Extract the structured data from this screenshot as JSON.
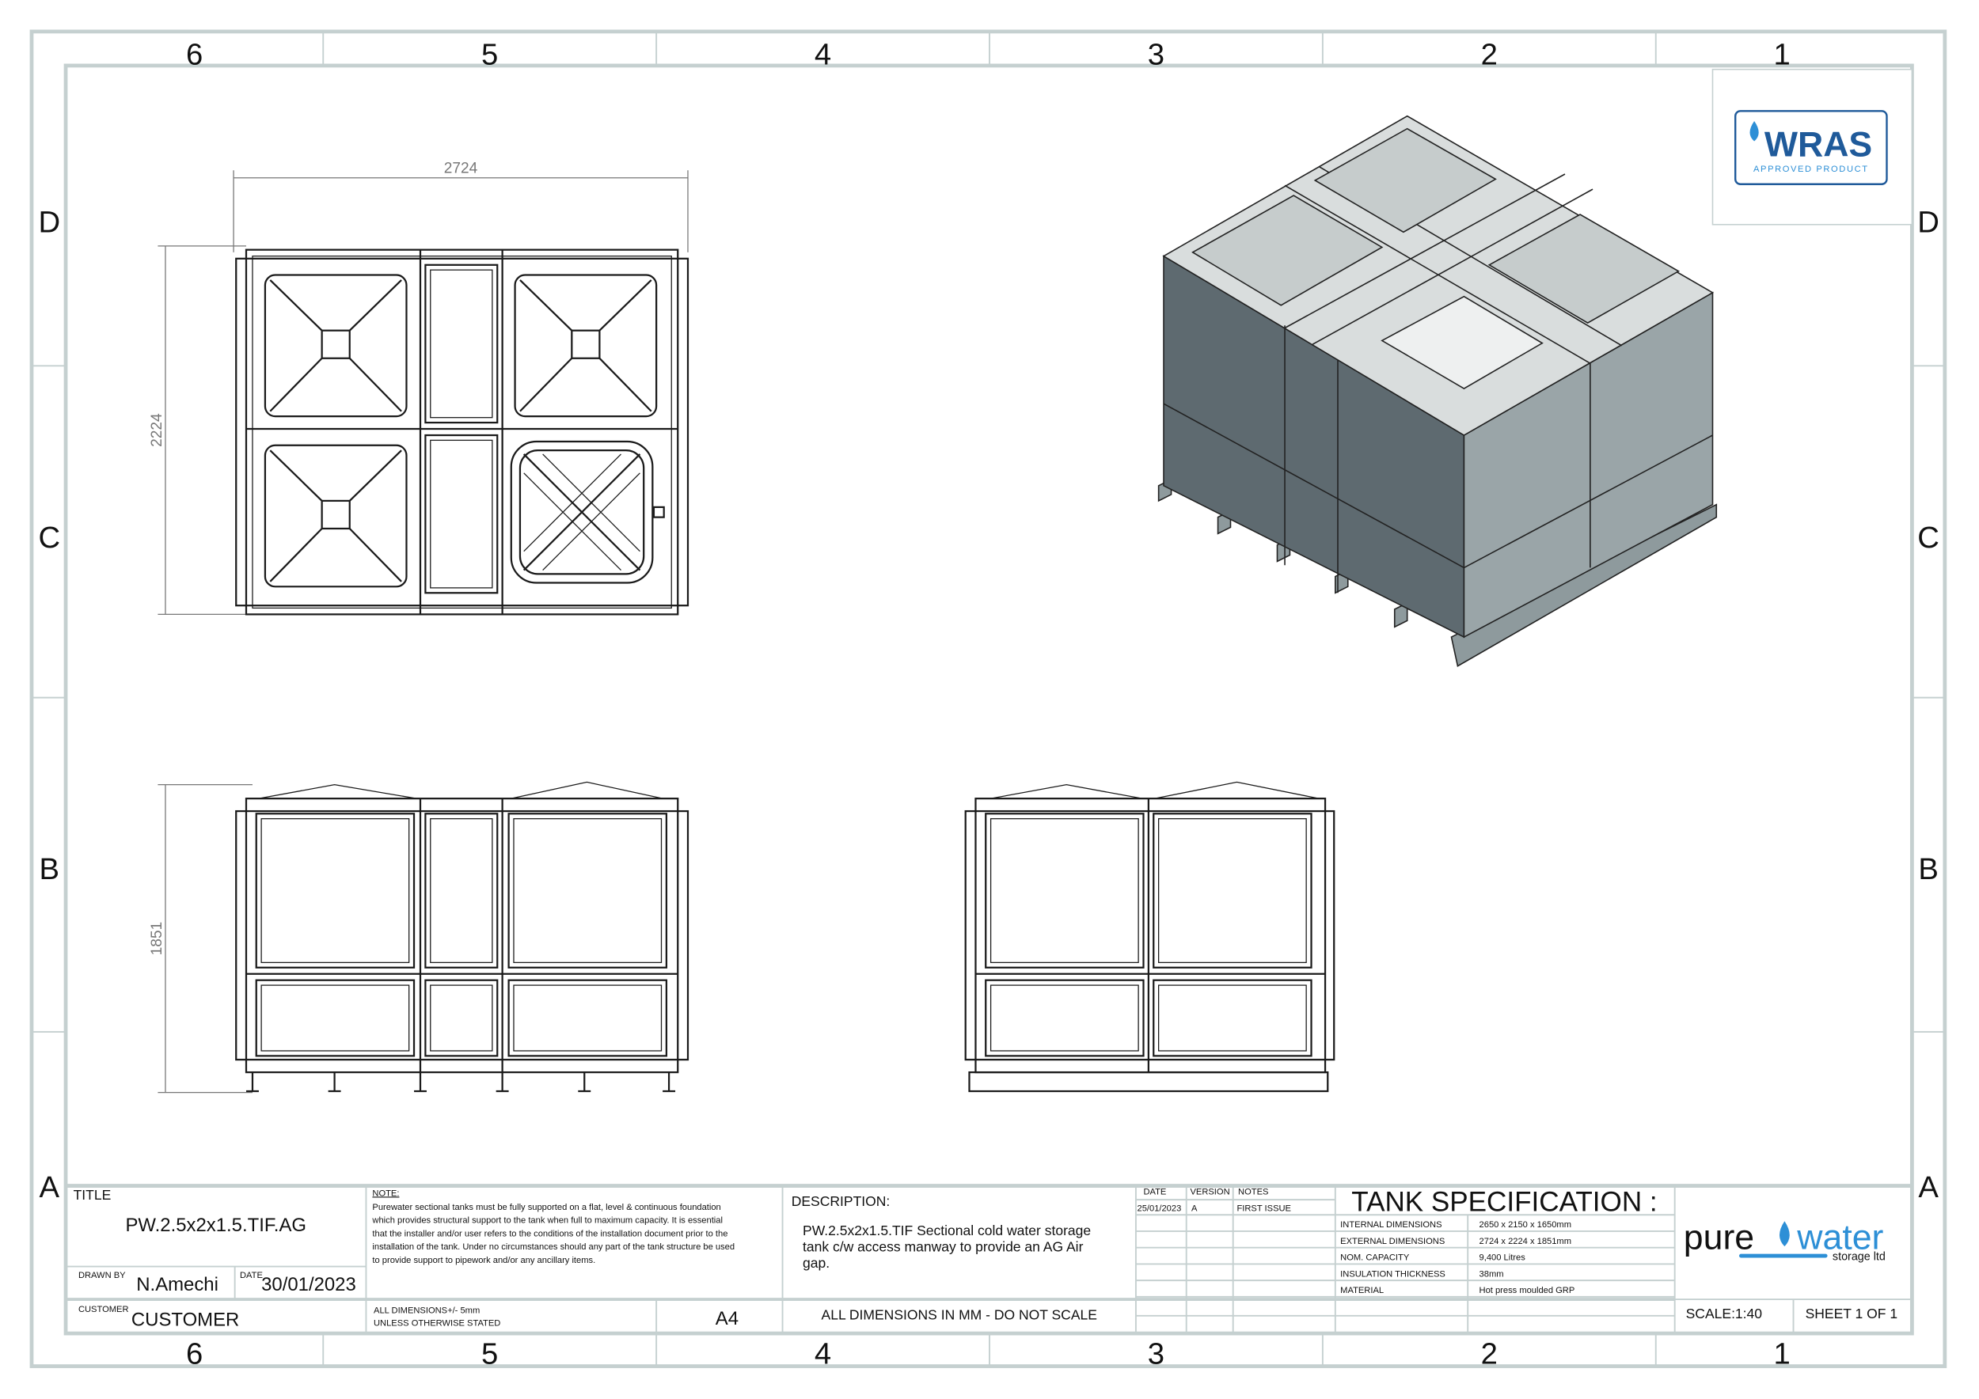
{
  "zones": {
    "columns": [
      "6",
      "5",
      "4",
      "3",
      "2",
      "1"
    ],
    "rows": [
      "D",
      "C",
      "B",
      "A"
    ]
  },
  "dimensions": {
    "plan_width": "2724",
    "plan_depth": "2224",
    "elevation_height": "1851"
  },
  "wras_logo": {
    "text": "WRAS",
    "subtext": "APPROVED PRODUCT"
  },
  "title_block": {
    "title_label": "TITLE",
    "title": "PW.2.5x2x1.5.TIF.AG",
    "drawn_by_label": "DRAWN BY",
    "drawn_by": "N.Amechi",
    "date_label": "DATE",
    "date": "30/01/2023",
    "customer_label": "CUSTOMER",
    "customer": "CUSTOMER",
    "note_heading": "NOTE:",
    "note_lines": [
      "Purewater sectional tanks must be fully supported on a flat, level & continuous foundation",
      "which provides structural support to the tank when full to maximum capacity. It is essential",
      "that the installer and/or user refers to the conditions of the installation document prior to the",
      "installation of the tank. Under no circumstances should any part of the tank structure be used",
      "to provide support to pipework and/or any ancillary items."
    ],
    "tolerance_lines": [
      "ALL DIMENSIONS+/- 5mm",
      "UNLESS OTHERWISE STATED"
    ],
    "paper_size": "A4",
    "description_label": "DESCRIPTION:",
    "description_lines": [
      "PW.2.5x2x1.5.TIF Sectional cold water storage",
      "tank c/w access manway to provide an AG Air",
      "gap."
    ],
    "scale_note": "ALL DIMENSIONS IN MM - DO NOT SCALE",
    "revision": {
      "headers": [
        "DATE",
        "VERSION",
        "NOTES"
      ],
      "rows": [
        [
          "25/01/2023",
          "A",
          "FIRST ISSUE"
        ]
      ]
    },
    "spec": {
      "heading": "TANK SPECIFICATION :",
      "rows": [
        [
          "INTERNAL DIMENSIONS",
          "2650 x 2150 x 1650mm"
        ],
        [
          "EXTERNAL DIMENSIONS",
          "2724 x 2224 x 1851mm"
        ],
        [
          "NOM. CAPACITY",
          "9,400 Litres"
        ],
        [
          "INSULATION THICKNESS",
          "38mm"
        ],
        [
          "MATERIAL",
          "Hot press moulded GRP"
        ]
      ]
    },
    "logo": {
      "pure": "pure",
      "water": "water",
      "sub": "storage ltd"
    },
    "scale": "SCALE:1:40",
    "sheet": "SHEET 1 OF 1"
  },
  "colors": {
    "frame": "#c5d0d0",
    "tank_dark": "#5e6a70",
    "tank_light": "#9aa5a8",
    "tank_top": "#d9dddd",
    "brand_blue": "#2d8fd6"
  }
}
